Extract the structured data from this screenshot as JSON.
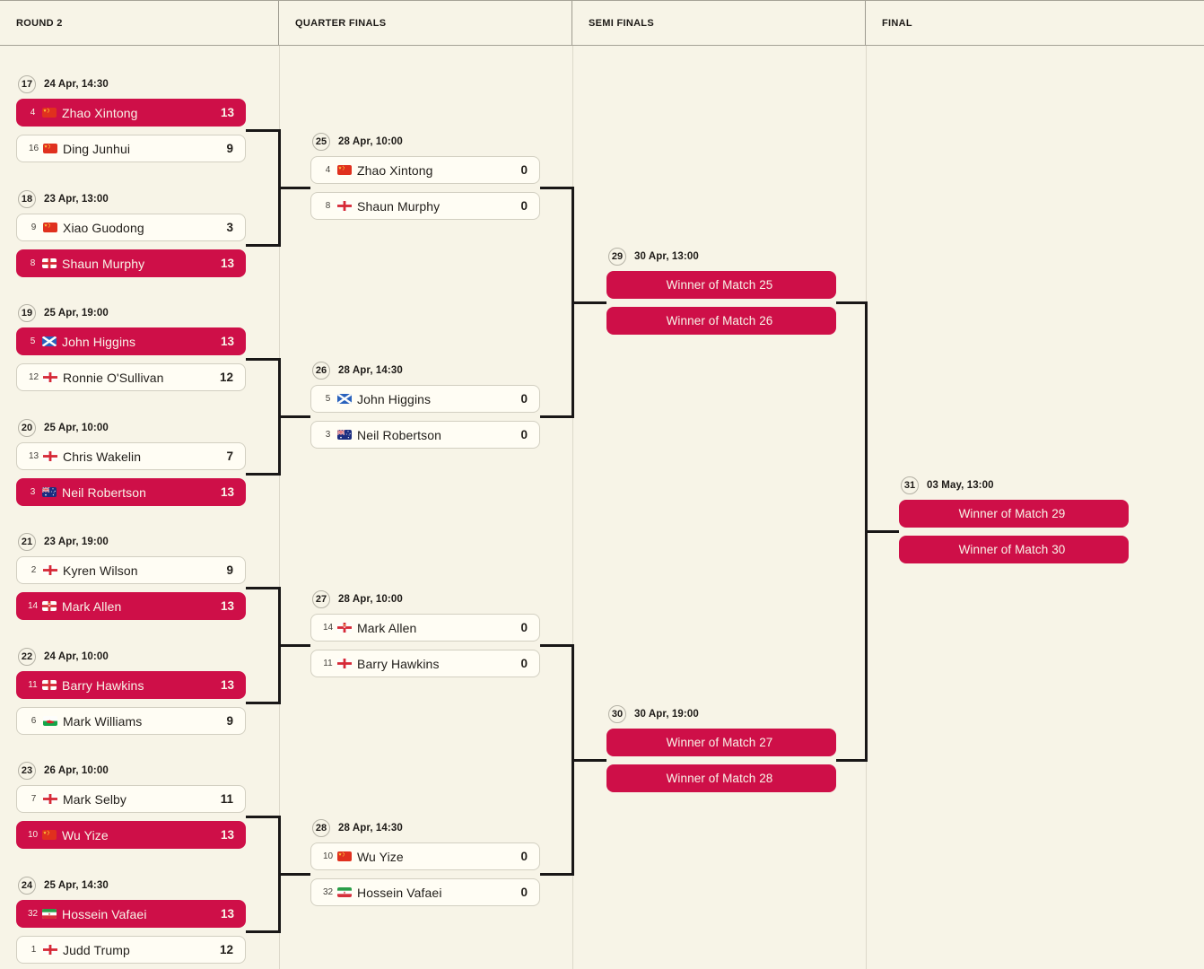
{
  "ui": {
    "colors": {
      "background": "#f7f4e7",
      "accent_red": "#ce0f48",
      "connector_black": "#191717",
      "row_background": "#fffdf4"
    }
  },
  "columns": [
    {
      "label": "ROUND 2",
      "matches": [
        {
          "number": "17",
          "datetime": "24 Apr, 14:30",
          "rows": [
            {
              "type": "player",
              "seed": "4",
              "flag": "china",
              "name": "Zhao Xintong",
              "score": "13",
              "winner": true
            },
            {
              "type": "player",
              "seed": "16",
              "flag": "china",
              "name": "Ding Junhui",
              "score": "9",
              "winner": false
            }
          ]
        },
        {
          "number": "18",
          "datetime": "23 Apr, 13:00",
          "rows": [
            {
              "type": "player",
              "seed": "9",
              "flag": "china",
              "name": "Xiao Guodong",
              "score": "3",
              "winner": false
            },
            {
              "type": "player",
              "seed": "8",
              "flag": "england",
              "name": "Shaun Murphy",
              "score": "13",
              "winner": true
            }
          ]
        },
        {
          "number": "19",
          "datetime": "25 Apr, 19:00",
          "rows": [
            {
              "type": "player",
              "seed": "5",
              "flag": "scotland",
              "name": "John Higgins",
              "score": "13",
              "winner": true
            },
            {
              "type": "player",
              "seed": "12",
              "flag": "england",
              "name": "Ronnie O'Sullivan",
              "score": "12",
              "winner": false
            }
          ]
        },
        {
          "number": "20",
          "datetime": "25 Apr, 10:00",
          "rows": [
            {
              "type": "player",
              "seed": "13",
              "flag": "england",
              "name": "Chris Wakelin",
              "score": "7",
              "winner": false
            },
            {
              "type": "player",
              "seed": "3",
              "flag": "australia",
              "name": "Neil Robertson",
              "score": "13",
              "winner": true
            }
          ]
        },
        {
          "number": "21",
          "datetime": "23 Apr, 19:00",
          "rows": [
            {
              "type": "player",
              "seed": "2",
              "flag": "england",
              "name": "Kyren Wilson",
              "score": "9",
              "winner": false
            },
            {
              "type": "player",
              "seed": "14",
              "flag": "northern-ireland",
              "name": "Mark Allen",
              "score": "13",
              "winner": true
            }
          ]
        },
        {
          "number": "22",
          "datetime": "24 Apr, 10:00",
          "rows": [
            {
              "type": "player",
              "seed": "11",
              "flag": "england",
              "name": "Barry Hawkins",
              "score": "13",
              "winner": true
            },
            {
              "type": "player",
              "seed": "6",
              "flag": "wales",
              "name": "Mark Williams",
              "score": "9",
              "winner": false
            }
          ]
        },
        {
          "number": "23",
          "datetime": "26 Apr, 10:00",
          "rows": [
            {
              "type": "player",
              "seed": "7",
              "flag": "england",
              "name": "Mark Selby",
              "score": "11",
              "winner": false
            },
            {
              "type": "player",
              "seed": "10",
              "flag": "china",
              "name": "Wu Yize",
              "score": "13",
              "winner": true
            }
          ]
        },
        {
          "number": "24",
          "datetime": "25 Apr, 14:30",
          "rows": [
            {
              "type": "player",
              "seed": "32",
              "flag": "iran",
              "name": "Hossein Vafaei",
              "score": "13",
              "winner": true
            },
            {
              "type": "player",
              "seed": "1",
              "flag": "england",
              "name": "Judd Trump",
              "score": "12",
              "winner": false
            }
          ]
        }
      ]
    },
    {
      "label": "QUARTER FINALS",
      "matches": [
        {
          "number": "25",
          "datetime": "28 Apr, 10:00",
          "rows": [
            {
              "type": "player",
              "seed": "4",
              "flag": "china",
              "name": "Zhao Xintong",
              "score": "0",
              "winner": false
            },
            {
              "type": "player",
              "seed": "8",
              "flag": "england",
              "name": "Shaun Murphy",
              "score": "0",
              "winner": false
            }
          ]
        },
        {
          "number": "26",
          "datetime": "28 Apr, 14:30",
          "rows": [
            {
              "type": "player",
              "seed": "5",
              "flag": "scotland",
              "name": "John Higgins",
              "score": "0",
              "winner": false
            },
            {
              "type": "player",
              "seed": "3",
              "flag": "australia",
              "name": "Neil Robertson",
              "score": "0",
              "winner": false
            }
          ]
        },
        {
          "number": "27",
          "datetime": "28 Apr, 10:00",
          "rows": [
            {
              "type": "player",
              "seed": "14",
              "flag": "northern-ireland",
              "name": "Mark Allen",
              "score": "0",
              "winner": false
            },
            {
              "type": "player",
              "seed": "11",
              "flag": "england",
              "name": "Barry Hawkins",
              "score": "0",
              "winner": false
            }
          ]
        },
        {
          "number": "28",
          "datetime": "28 Apr, 14:30",
          "rows": [
            {
              "type": "player",
              "seed": "10",
              "flag": "china",
              "name": "Wu Yize",
              "score": "0",
              "winner": false
            },
            {
              "type": "player",
              "seed": "32",
              "flag": "iran",
              "name": "Hossein Vafaei",
              "score": "0",
              "winner": false
            }
          ]
        }
      ]
    },
    {
      "label": "SEMI FINALS",
      "matches": [
        {
          "number": "29",
          "datetime": "30 Apr, 13:00",
          "rows": [
            {
              "type": "placeholder",
              "label": "Winner of Match 25"
            },
            {
              "type": "placeholder",
              "label": "Winner of Match 26"
            }
          ]
        },
        {
          "number": "30",
          "datetime": "30 Apr, 19:00",
          "rows": [
            {
              "type": "placeholder",
              "label": "Winner of Match 27"
            },
            {
              "type": "placeholder",
              "label": "Winner of Match 28"
            }
          ]
        }
      ]
    },
    {
      "label": "FINAL",
      "matches": [
        {
          "number": "31",
          "datetime": "03 May, 13:00",
          "rows": [
            {
              "type": "placeholder",
              "label": "Winner of Match 29"
            },
            {
              "type": "placeholder",
              "label": "Winner of Match 30"
            }
          ]
        }
      ]
    }
  ]
}
